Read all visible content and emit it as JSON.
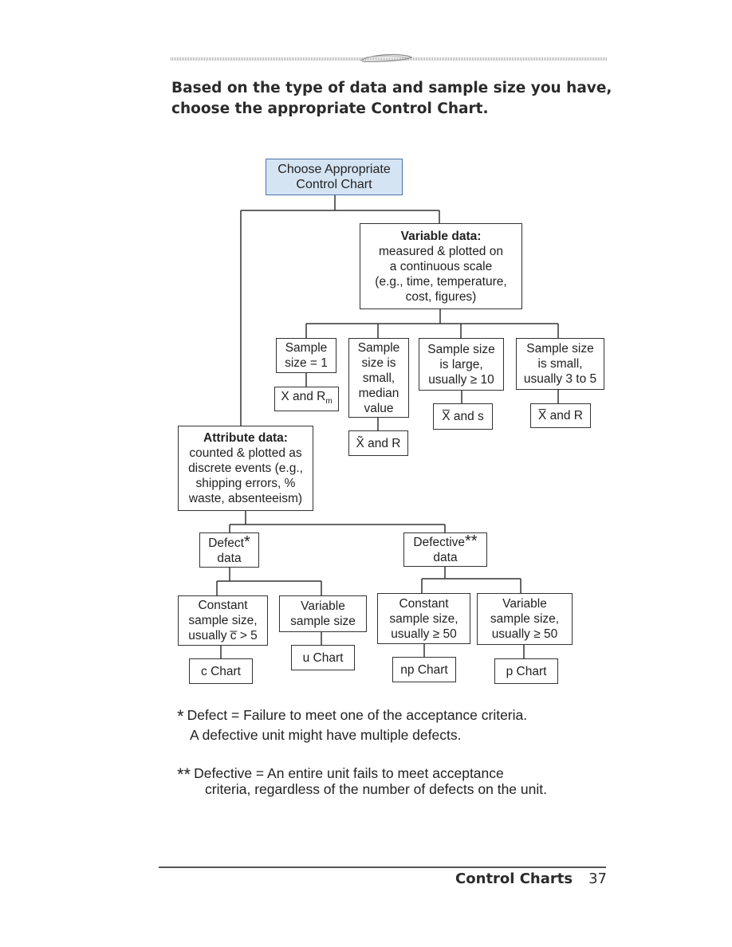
{
  "intro": {
    "line1": "Based on the type of data and sample size you have,",
    "line2": "choose the appropriate Control Chart."
  },
  "diagram": {
    "root": {
      "line1": "Choose Appropriate",
      "line2": "Control Chart"
    },
    "variable": {
      "heading": "Variable data:",
      "line1": "measured & plotted on",
      "line2": "a continuous scale",
      "line3": "(e.g., time, temperature,",
      "line4": "cost, figures)"
    },
    "var_size1": {
      "line1": "Sample",
      "line2": "size = 1",
      "chart": "X and R",
      "chart_sub": "m"
    },
    "var_median": {
      "line1": "Sample",
      "line2": "size is",
      "line3": "small,",
      "line4": "median",
      "line5": "value",
      "chart": "X̃ and R"
    },
    "var_large": {
      "line1": "Sample size",
      "line2": "is large,",
      "line3": "usually ≥ 10",
      "chart": "X̅ and s"
    },
    "var_small": {
      "line1": "Sample size",
      "line2": "is small,",
      "line3": "usually 3 to 5",
      "chart": "X̅ and R"
    },
    "attribute": {
      "heading": "Attribute data:",
      "line1": "counted & plotted as",
      "line2": "discrete events (e.g.,",
      "line3": "shipping errors, %",
      "line4": "waste, absenteeism)"
    },
    "defect": {
      "line1": "Defect",
      "marker": "*",
      "line2": "data"
    },
    "defective": {
      "line1": "Defective",
      "marker": "**",
      "line2": "data"
    },
    "defect_constant": {
      "line1": "Constant",
      "line2": "sample size,",
      "line3": "usually c̅ > 5",
      "chart": "c Chart"
    },
    "defect_variable": {
      "line1": "Variable",
      "line2": "sample size",
      "chart": "u Chart"
    },
    "defective_constant": {
      "line1": "Constant",
      "line2": "sample size,",
      "line3": "usually ≥ 50",
      "chart": "np Chart"
    },
    "defective_variable": {
      "line1": "Variable",
      "line2": "sample size,",
      "line3": "usually ≥ 50",
      "chart": "p Chart"
    }
  },
  "notes": {
    "defect": {
      "star": "*",
      "line1": "Defect = Failure to meet one of the acceptance criteria.",
      "line2": "A defective unit might have multiple defects."
    },
    "defective": {
      "star": "**",
      "line1": "Defective = An entire unit fails to meet acceptance",
      "line2": "criteria, regardless of the number of defects on the unit."
    }
  },
  "footer": {
    "section": "Control Charts",
    "page": "37"
  },
  "colors": {
    "root_fill": "#d5e4f3",
    "root_border": "#4a74a8",
    "lines": "#333333"
  }
}
